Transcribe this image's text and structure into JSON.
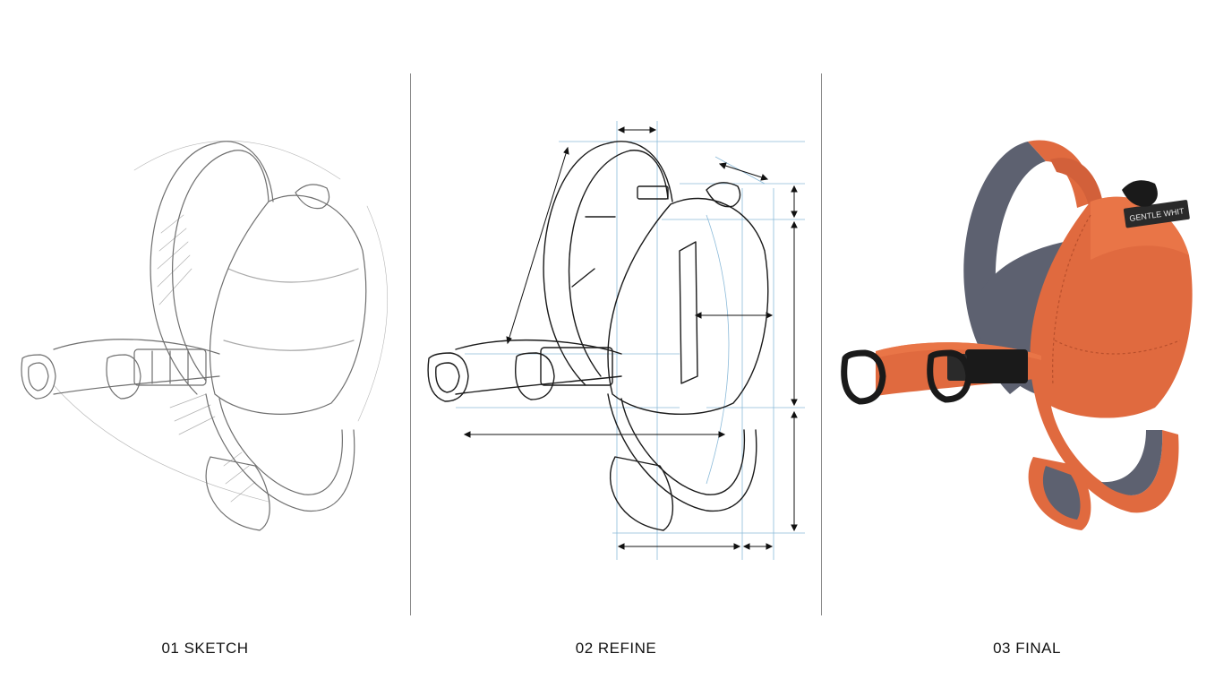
{
  "stages": [
    {
      "label": "01 SKETCH"
    },
    {
      "label": "02 REFINE"
    },
    {
      "label": "03 FINAL",
      "brand_tag": "GENTLE WHIT"
    }
  ],
  "colors": {
    "pencil": "#4a4a4a",
    "line": "#222222",
    "guide": "#7fb3d5",
    "orange": "#e06a3f",
    "orange_dark": "#b84f2c",
    "lining": "#5d6170",
    "black": "#1a1a1a"
  }
}
